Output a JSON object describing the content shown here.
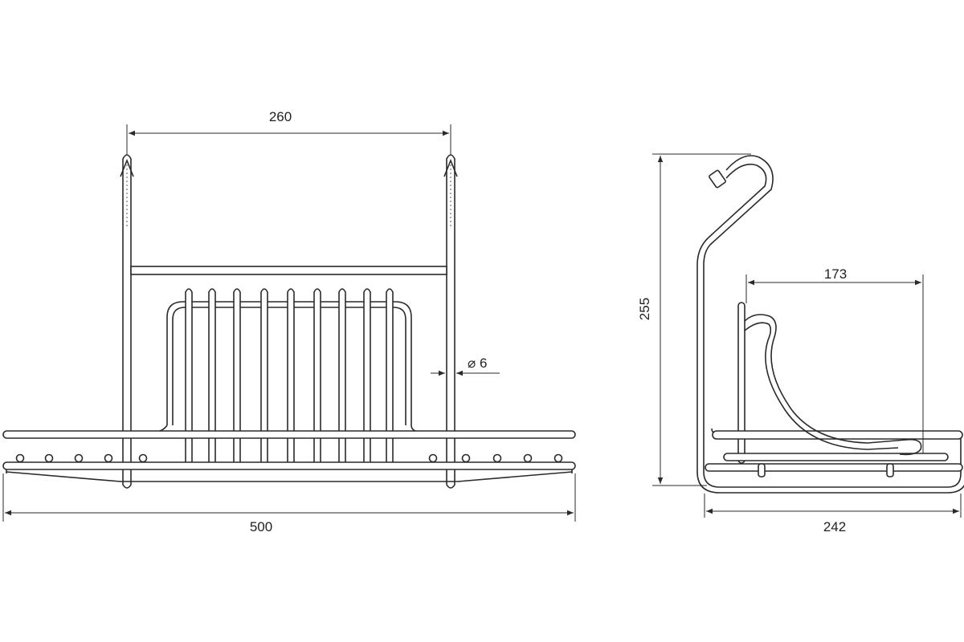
{
  "diagram": {
    "front_view": {
      "dimensions": {
        "top_span": "260",
        "overall_width": "500",
        "wire_diameter": "⌀ 6"
      }
    },
    "side_view": {
      "dimensions": {
        "height": "255",
        "depth": "242",
        "basket_depth": "173"
      }
    },
    "colors": {
      "line": "#2a2a2a",
      "background": "#ffffff"
    }
  }
}
